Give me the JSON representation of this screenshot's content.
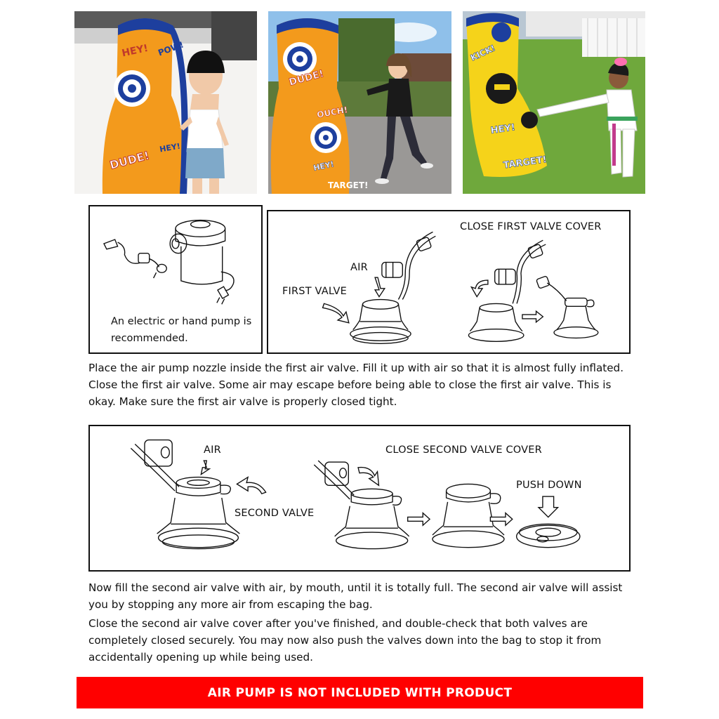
{
  "pump_panel": {
    "caption": "An electric or hand pump is recommended."
  },
  "first_valve_panel": {
    "close_label": "CLOSE FIRST VALVE COVER",
    "air_label": "AIR",
    "valve_label": "FIRST VALVE"
  },
  "instructions_1": "Place the air pump nozzle inside the first air valve. Fill it up with air so that it is almost fully inflated. Close the first air valve. Some air may escape before being able to close the first air valve. This is okay. Make sure the first air valve is properly closed tight.",
  "second_valve_panel": {
    "air_label": "AIR",
    "valve_label": "SECOND VALVE",
    "close_label": "CLOSE SECOND VALVE COVER",
    "push_label": "PUSH DOWN"
  },
  "instructions_2": "Now fill the second air valve with air, by mouth, until it is totally full. The second air valve will assist you by stopping any more air from escaping the bag.",
  "instructions_3": "Close the second air valve cover after you've finished, and double-check that both valves are completely closed securely. You may now also push the valves down into the bag to stop it from accidentally opening up while being used.",
  "banner": "AIR PUMP IS NOT INCLUDED WITH PRODUCT",
  "photos": {
    "bag1_words": [
      "HEY!",
      "POW!",
      "DUDE!",
      "HEY!"
    ],
    "bag2_words": [
      "DUDE!",
      "OUCH!",
      "HEY!",
      "TARGET!"
    ],
    "bag3_words": [
      "KICK!",
      "HEY!",
      "TARGET!"
    ]
  },
  "colors": {
    "banner_red": "#ff0000",
    "bag_orange": "#f39a1c",
    "bag_yellow": "#f5d31a",
    "target_blue": "#1d3f9e"
  }
}
